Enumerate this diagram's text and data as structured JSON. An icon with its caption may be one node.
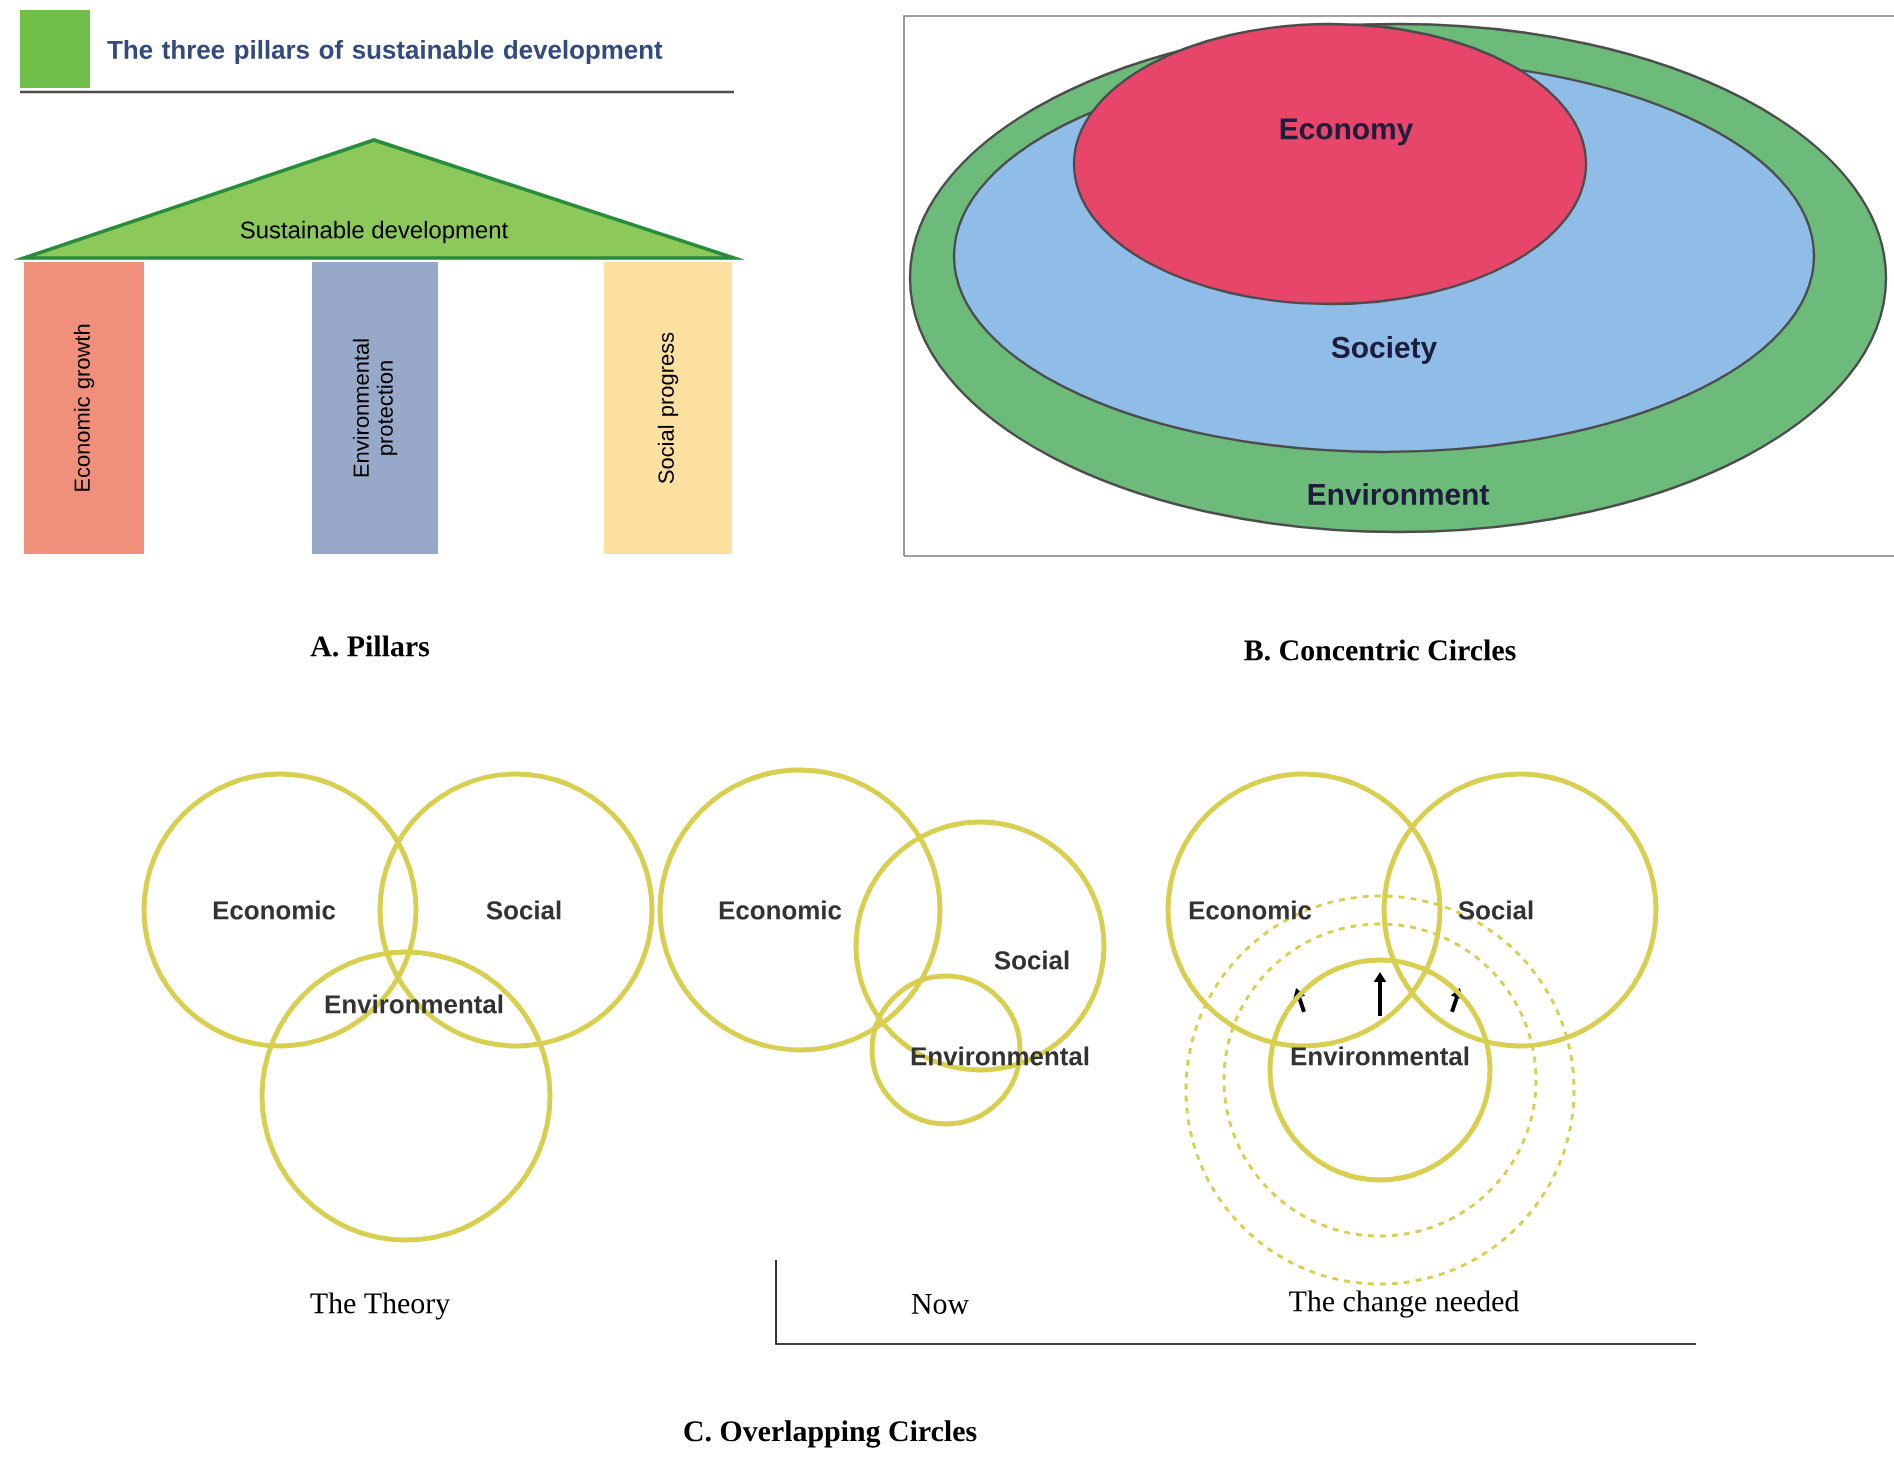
{
  "diagram": {
    "nodes": [
      {
        "text": [
          "Sustainable development"
        ]
      },
      {
        "text": [
          "Economic growth"
        ]
      },
      {
        "text": [
          "Environmental protection"
        ]
      },
      {
        "text": [
          "Social progress"
        ]
      },
      {
        "text": [
          "Environment"
        ]
      },
      {
        "text": [
          "Society"
        ],
        "in": 4
      },
      {
        "text": [
          "Economy"
        ],
        "in": 5
      },
      {
        "text": [
          "Economic"
        ]
      },
      {
        "text": [
          "Social"
        ]
      },
      {
        "text": [
          "Environmental"
        ]
      },
      {
        "text": [
          "Economic"
        ]
      },
      {
        "text": [
          "Social"
        ]
      },
      {
        "text": [
          "Environmental"
        ]
      },
      {
        "text": [
          "Economic"
        ]
      },
      {
        "text": [
          "Social"
        ]
      },
      {
        "text": [
          "Environmental"
        ]
      }
    ],
    "edges": [],
    "labels": [
      "The three pillars of sustainable development",
      "A. Pillars",
      "B. Concentric Circles",
      "The Theory",
      "Now",
      "The change needed",
      "C. Overlapping Circles"
    ]
  }
}
